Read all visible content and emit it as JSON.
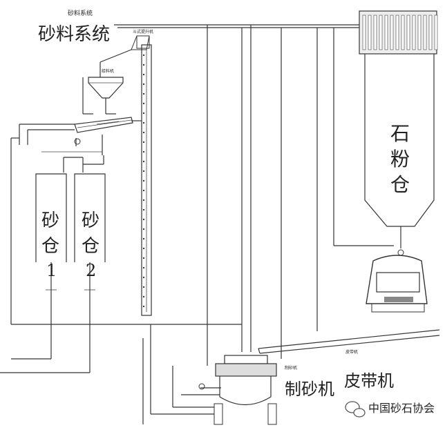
{
  "diagram": {
    "subtitle_small": "砂料系统",
    "title": "砂料系统",
    "elevator_label": "斗式提升机",
    "hopper_label": "给料机",
    "bin1": {
      "line1": "砂",
      "line2": "仓",
      "num": "1"
    },
    "bin2": {
      "line1": "砂",
      "line2": "仓",
      "num": "2"
    },
    "powder_silo": {
      "c1": "石",
      "c2": "粉",
      "c3": "仓"
    },
    "sand_maker_small": "制砂机",
    "sand_maker": "制砂机",
    "conveyor_small": "皮带机",
    "conveyor": "皮带机",
    "watermark": "中国砂石协会",
    "wechat_icon": "wechat-icon"
  }
}
